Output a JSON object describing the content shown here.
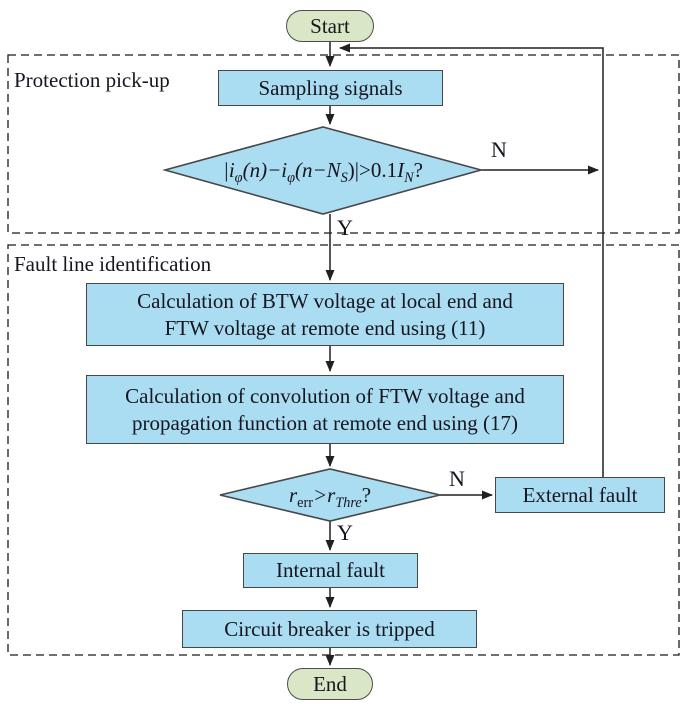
{
  "diagram": {
    "group1": {
      "title": "Protection pick-up"
    },
    "group2": {
      "title": "Fault line identification"
    },
    "nodes": {
      "start": {
        "label": "Start"
      },
      "sampling": {
        "label": "Sampling signals"
      },
      "decision1": {
        "parts": {
          "a": "|i",
          "b": "φ",
          "c": "(n)−i",
          "d": "φ",
          "e": "(n−N",
          "f": "S",
          "g": ")|>0.1",
          "h": "I",
          "i": "N",
          "j": "?"
        },
        "yes": "Y",
        "no": "N"
      },
      "calc1": {
        "line1": "Calculation of BTW voltage at local end and",
        "line2": "FTW voltage at remote end using (11)"
      },
      "calc2": {
        "line1": "Calculation of convolution of FTW voltage and",
        "line2": "propagation function at remote end using (17)"
      },
      "decision2": {
        "parts": {
          "a": "r",
          "b": "err",
          "c": ">r",
          "d": "Thre",
          "e": "?"
        },
        "yes": "Y",
        "no": "N"
      },
      "external": {
        "label": "External fault"
      },
      "internal": {
        "label": "Internal fault"
      },
      "breaker": {
        "label": "Circuit breaker is tripped"
      },
      "end": {
        "label": "End"
      }
    },
    "colors": {
      "process_fill": "#aadcf2",
      "terminal_fill": "#d9e7c6",
      "border": "#474747",
      "line": "#231f20",
      "text": "#16161f"
    }
  }
}
